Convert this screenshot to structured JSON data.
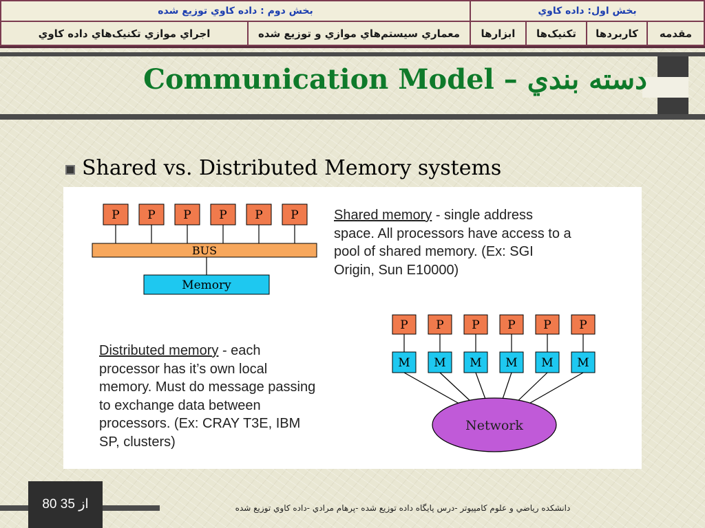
{
  "nav": {
    "row1": [
      {
        "label": "بخش اول: داده كاوي"
      },
      {
        "label": "بخش دوم : داده كاوي توزيع شده"
      }
    ],
    "row2": [
      {
        "label": "مقدمه"
      },
      {
        "label": "كاربردها"
      },
      {
        "label": "تكنيک‌ها"
      },
      {
        "label": "ابزارها"
      },
      {
        "label": "معماري سيستم‌هاي موازي و توزيع شده"
      },
      {
        "label": "اجراي موازي تكنيک‌هاي داده كاوي"
      }
    ]
  },
  "slide": {
    "title_en": "Communication Model –",
    "title_fa": "دسته بندي",
    "bullet": "Shared vs. Distributed Memory systems"
  },
  "diagram": {
    "shared": {
      "processor_label": "P",
      "processors": 6,
      "bus_label": "BUS",
      "memory_label": "Memory",
      "desc_term": "Shared memory",
      "desc_lines": [
        " - single address",
        "space. All processors have access to a",
        "pool of shared memory. (Ex: SGI",
        "Origin, Sun E10000)"
      ]
    },
    "distributed": {
      "processor_label": "P",
      "memory_label": "M",
      "nodes": 6,
      "network_label": "Network",
      "desc_term": "Distributed memory",
      "desc_lines": [
        " - each",
        "processor has it’s own local",
        "memory. Must do message passing",
        "to exchange data between",
        "processors. (Ex: CRAY T3E, IBM",
        "SP, clusters)"
      ]
    },
    "colors": {
      "processor": "#f07a4c",
      "bus": "#f7a75c",
      "memory": "#1ec8f0",
      "network": "#c05ad8"
    }
  },
  "footer": {
    "page_current": "35",
    "page_sep": "از",
    "page_total": "80",
    "text": "دانشكده رياضي و علوم كامپيوتر -درس پايگاه داده توزيع شده  -پرهام مرادي  -داده كاوي توزيع شده"
  }
}
